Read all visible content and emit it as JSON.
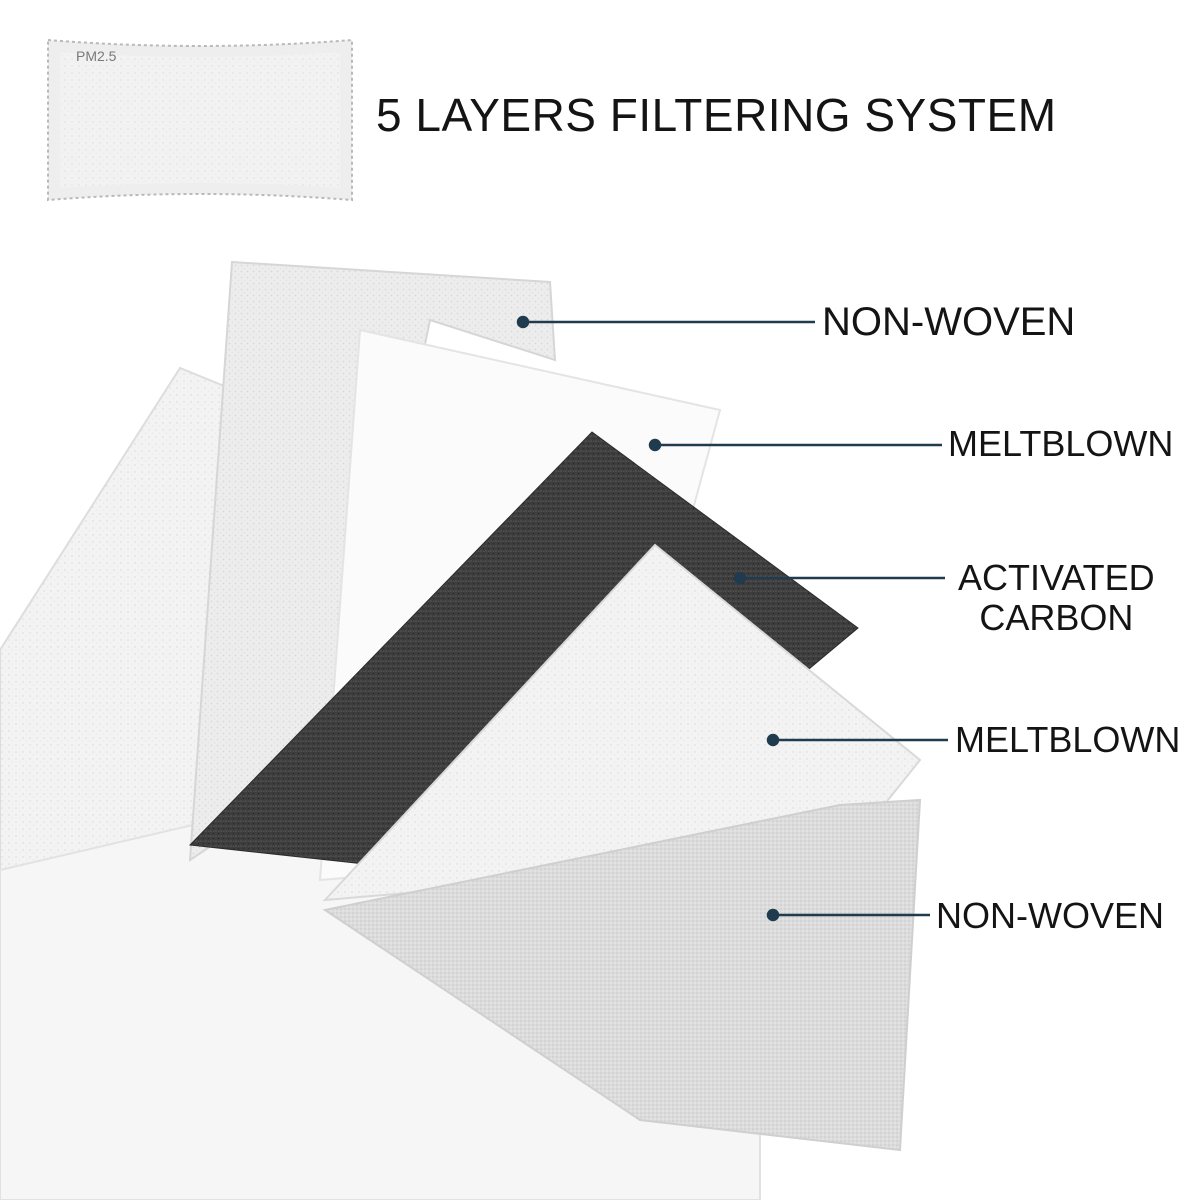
{
  "title": "5 LAYERS FILTERING SYSTEM",
  "filter_pad_text": "PM2.5",
  "layers": [
    {
      "label": "NON-WOVEN"
    },
    {
      "label": "MELTBLOWN"
    },
    {
      "label_line1": "ACTIVATED",
      "label_line2": "CARBON"
    },
    {
      "label": "MELTBLOWN"
    },
    {
      "label": "NON-WOVEN"
    }
  ],
  "colors": {
    "leader_line": "#1f3b4d",
    "carbon_layer": "#3a3a3a",
    "fabric_layer": "#f1f1f1"
  }
}
